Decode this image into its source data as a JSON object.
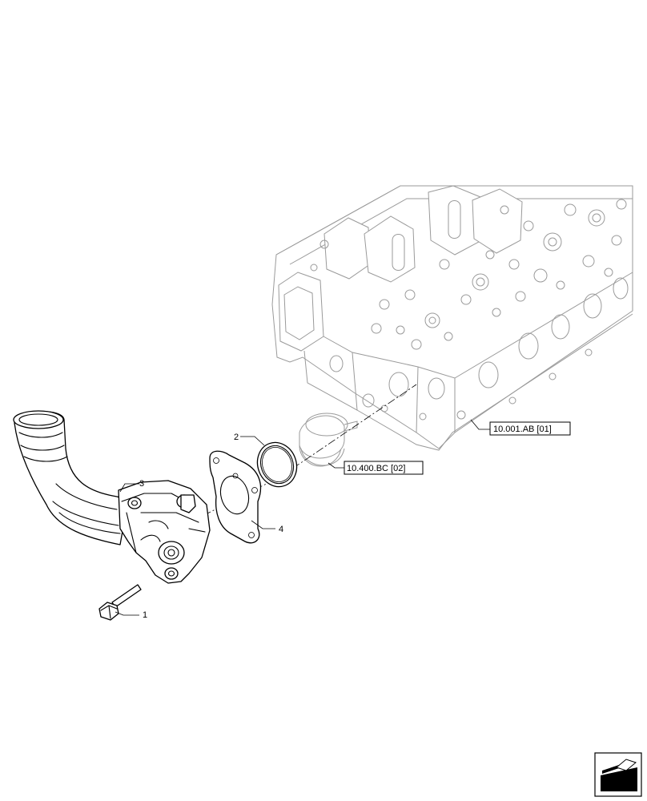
{
  "callouts": {
    "c1": "1",
    "c2": "2",
    "c3": "3",
    "c4": "4"
  },
  "references": {
    "cylinder_head": "10.001.AB [01]",
    "thermostat": "10.400.BC [02]"
  },
  "icons": {
    "nav": "navigation-corner-icon"
  }
}
